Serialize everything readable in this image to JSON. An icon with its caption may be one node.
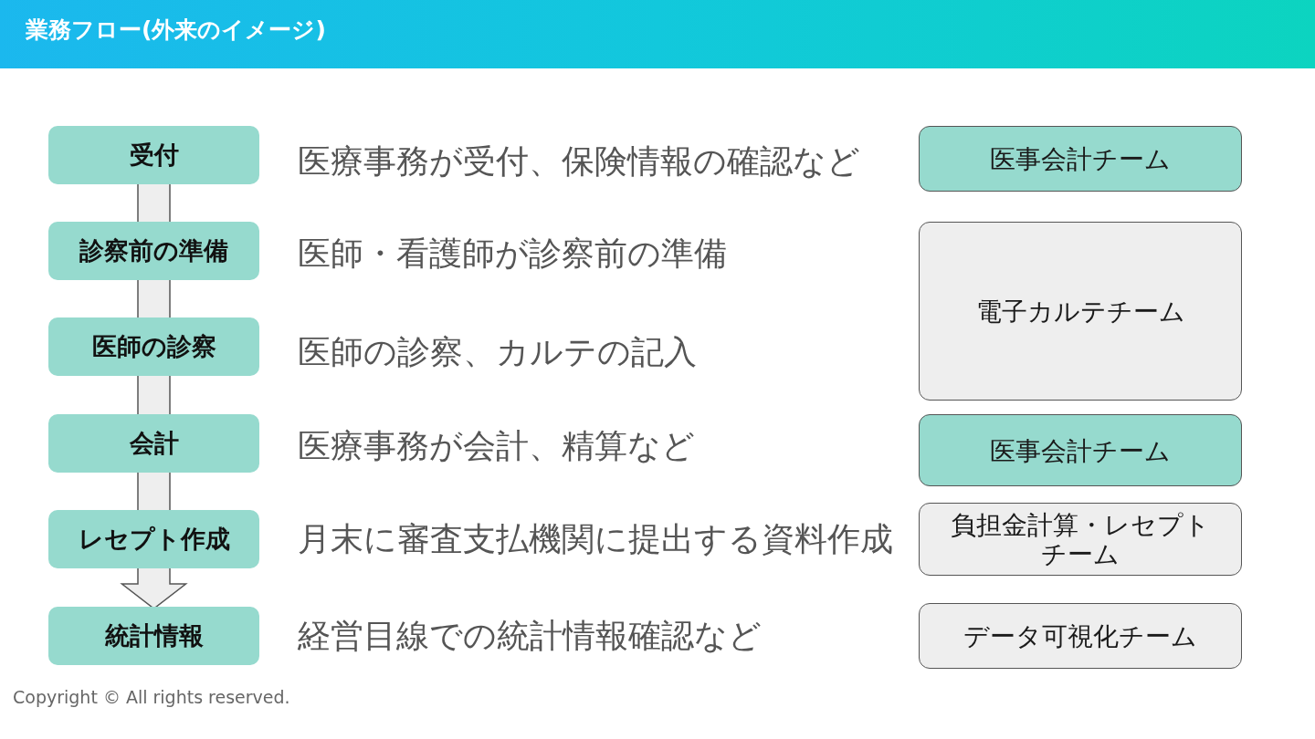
{
  "diagram": {
    "title": "業務フロー(外来のイメージ)",
    "nodes": [
      {
        "text": [
          "受付"
        ],
        "beside": [
          "医療事務が受付、保険情報の確認など"
        ]
      },
      {
        "text": [
          "診察前の準備"
        ],
        "beside": [
          "医師・看護師が診察前の準備"
        ]
      },
      {
        "text": [
          "医師の診察"
        ],
        "beside": [
          "医師の診察、カルテの記入"
        ]
      },
      {
        "text": [
          "会計"
        ],
        "beside": [
          "医療事務が会計、精算など"
        ]
      },
      {
        "text": [
          "レセプト作成"
        ],
        "beside": [
          "月末に審査支払機関に提出する資料作成"
        ]
      },
      {
        "text": [
          "統計情報"
        ],
        "beside": [
          "経営目線での統計情報確認など"
        ]
      },
      {
        "text": [
          "医事会計チーム"
        ]
      },
      {
        "text": [
          "電子カルテチーム"
        ]
      },
      {
        "text": [
          "医事会計チーム"
        ]
      },
      {
        "text": [
          "負担金計算・レセプトチーム"
        ]
      },
      {
        "text": [
          "データ可視化チーム"
        ]
      }
    ],
    "edges": [
      {
        "from": 0,
        "to": 1,
        "arrow": "none"
      },
      {
        "from": 1,
        "to": 2,
        "arrow": "none"
      },
      {
        "from": 2,
        "to": 3,
        "arrow": "none"
      },
      {
        "from": 3,
        "to": 4,
        "arrow": "none"
      },
      {
        "from": 4,
        "to": 5,
        "arrow": "to"
      }
    ],
    "labels": [
      "Copyright © All rights reserved."
    ]
  }
}
